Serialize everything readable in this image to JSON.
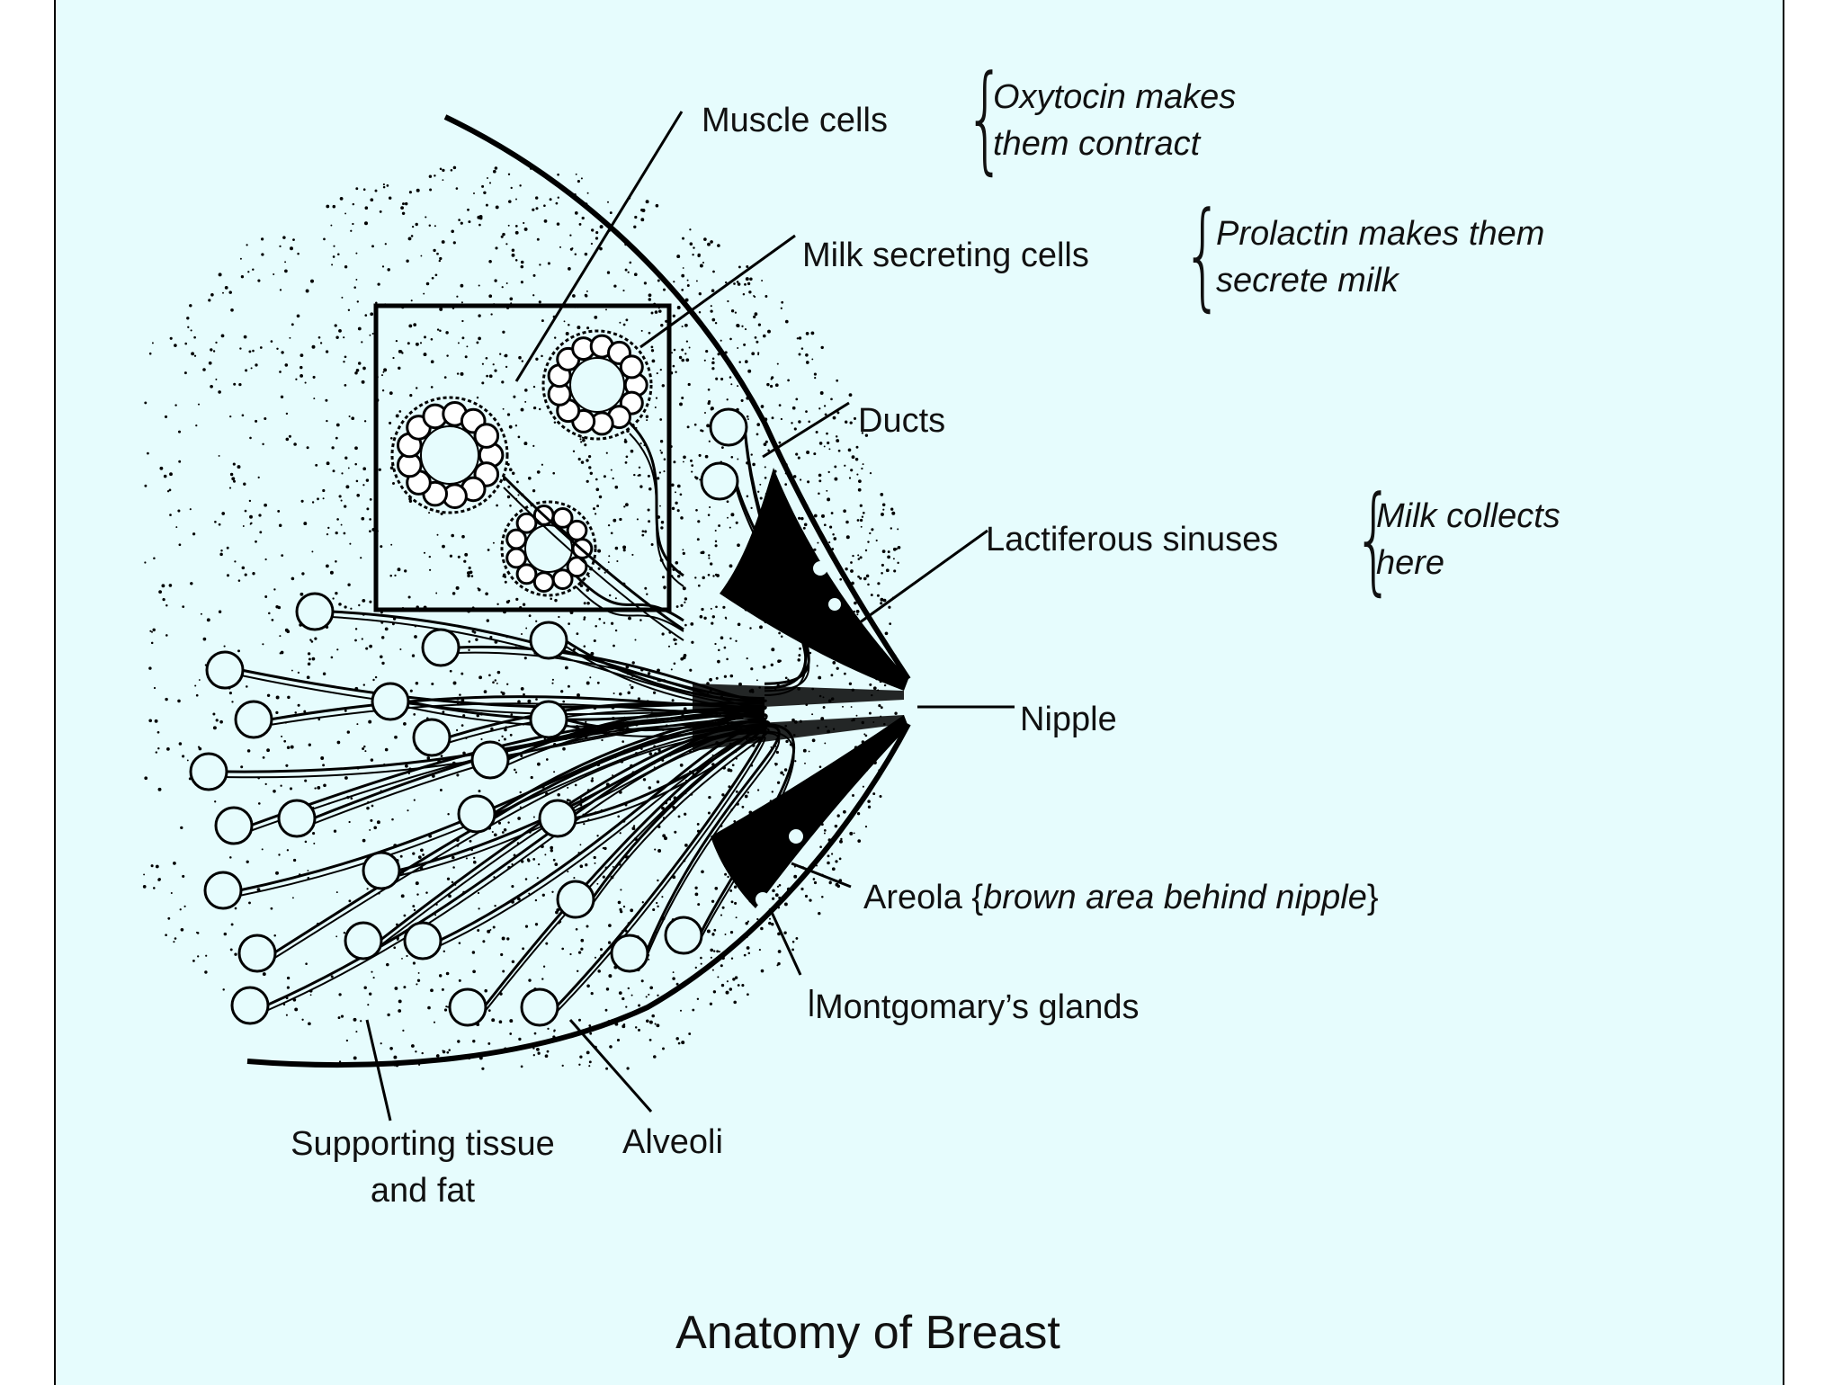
{
  "diagram": {
    "title": "Anatomy of Breast",
    "colors": {
      "background": "#e6fcfd",
      "ink": "#000000"
    },
    "labels": {
      "muscle_cells": "Muscle cells",
      "muscle_cells_note_1": "Oxytocin makes",
      "muscle_cells_note_2": "them contract",
      "milk_secreting_cells": "Milk secreting cells",
      "milk_secreting_note_1": "Prolactin makes them",
      "milk_secreting_note_2": "secrete milk",
      "ducts": "Ducts",
      "lactiferous_sinuses": "Lactiferous sinuses",
      "lactiferous_note_1": "Milk collects",
      "lactiferous_note_2": "here",
      "nipple": "Nipple",
      "areola_prefix": "Areola {",
      "areola_note": "brown area behind nipple",
      "areola_suffix": "}",
      "montgomery_glands": "Montgomary’s glands",
      "supporting_tissue_1": "Supporting tissue",
      "supporting_tissue_2": "and fat",
      "alveoli": "Alveoli"
    }
  }
}
